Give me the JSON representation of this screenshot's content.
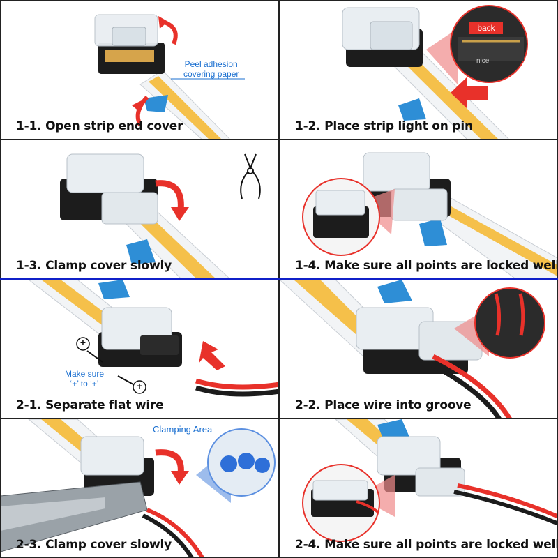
{
  "panels": [
    {
      "caption": "1-1. Open strip end cover"
    },
    {
      "caption": "1-2. Place strip light on pin"
    },
    {
      "caption": "1-3. Clamp cover slowly"
    },
    {
      "caption": "1-4. Make sure all points are locked well"
    },
    {
      "caption": "2-1. Separate flat wire"
    },
    {
      "caption": "2-2. Place wire into groove"
    },
    {
      "caption": "2-3. Clamp cover slowly"
    },
    {
      "caption": "2-4. Make sure all points are locked well"
    }
  ],
  "notes": {
    "peel_line1": "Peel adhesion",
    "peel_line2": "covering paper",
    "back": "back",
    "make_sure_line1": "Make sure",
    "make_sure_line2": "‘+’ to ‘+’",
    "clamping_area": "Clamping Area",
    "plus": "+",
    "brand": "nice"
  },
  "colors": {
    "strip_yellow": "#f5c04a",
    "strip_white": "#f2f4f6",
    "arrow_red": "#e8312a",
    "note_blue": "#1a6fd0",
    "divider_blue": "#1020c8",
    "connector_black": "#1c1c1c",
    "tape_blue": "#2e8ed6"
  }
}
